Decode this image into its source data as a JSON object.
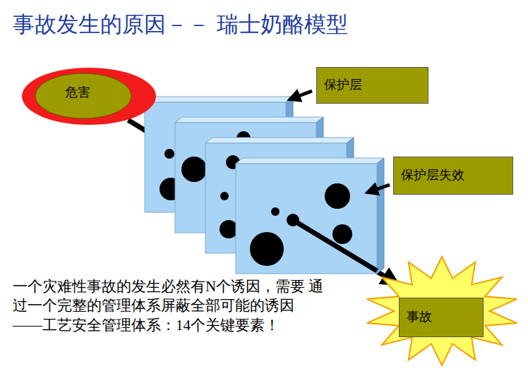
{
  "diagram": {
    "title": "事故发生的原因－－ 瑞士奶酪模型",
    "nodes": [
      {
        "text": [
          "危害"
        ]
      },
      {
        "text": [
          "保护层"
        ]
      },
      {
        "text": [
          "保护层失效"
        ]
      },
      {
        "text": [
          "事故"
        ]
      }
    ],
    "edges": [
      {
        "from": 0,
        "to": 3,
        "arrow": "to"
      }
    ],
    "labels": [
      "一个灾难性事故的发生必然有N个诱因，需要 通过一个完整的管理体系屏蔽全部可能的诱因 ——工艺安全管理体系：14个关键要素！"
    ]
  }
}
